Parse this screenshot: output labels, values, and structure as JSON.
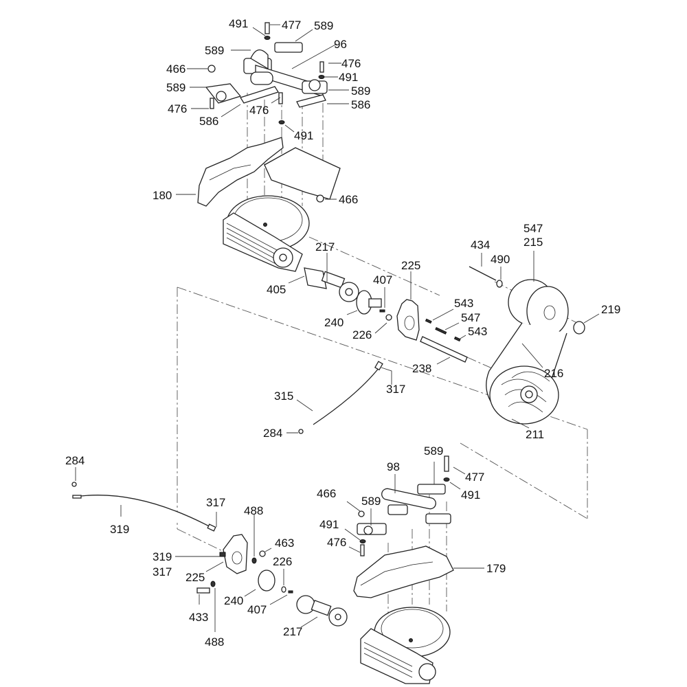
{
  "diagram": {
    "title": "Exploded parts diagram – supercharger drive and mounting",
    "callouts": {
      "top_491_a": "491",
      "top_477": "477",
      "top_589_a": "589",
      "top_589_b": "589",
      "top_96": "96",
      "top_466": "466",
      "top_476_a": "476",
      "top_491_b": "491",
      "top_589_c": "589",
      "top_589_d": "589",
      "top_586_a": "586",
      "top_476_b": "476",
      "top_476_c": "476",
      "top_586_b": "586",
      "top_491_c": "491",
      "bracket_180": "180",
      "nut_466": "466",
      "coupler_217": "217",
      "yoke_405": "405",
      "hub_240": "240",
      "bolt_407": "407",
      "washer_226": "226",
      "housing_225": "225",
      "key_543_a": "543",
      "key_547": "547",
      "key_543_b": "543",
      "shaft_238": "238",
      "bolt_434": "434",
      "washer_490": "490",
      "pulley_547": "547",
      "pulley_215": "215",
      "spacer_219": "219",
      "belt_216": "216",
      "pulley_211": "211",
      "hose_315": "315",
      "fitting_317_a": "317",
      "fitting_284_a": "284",
      "fitting_284_b": "284",
      "hose_319": "319",
      "fitting_317_b": "317",
      "fitting_319_c": "319",
      "fitting_317_c": "317",
      "washer_488_a": "488",
      "nut_463": "463",
      "washer_226_b": "226",
      "housing_225_b": "225",
      "bolt_433": "433",
      "washer_488_b": "488",
      "hub_240_b": "240",
      "bolt_407_b": "407",
      "coupler_217_b": "217",
      "bot_98": "98",
      "bot_589_a": "589",
      "bot_477": "477",
      "bot_491_a": "491",
      "bot_466": "466",
      "bot_589_b": "589",
      "bot_491_b": "491",
      "bot_476": "476",
      "bracket_179": "179"
    }
  }
}
